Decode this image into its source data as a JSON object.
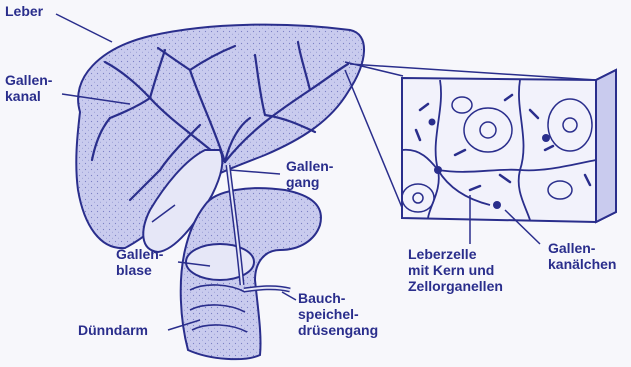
{
  "labels": {
    "leber": "Leber",
    "gallenkanal": "Gallen-\nkanal",
    "gallengang": "Gallen-\ngang",
    "gallenblase": "Gallen-\nblase",
    "duenndarm": "Dünndarm",
    "bauchspeichel": "Bauch-\nspeichel-\ndrüsengang",
    "leberzelle": "Leberzelle\nmit Kern und\nZellorganellen",
    "gallenkanaelchen": "Gallen-\nkanälchen"
  },
  "colors": {
    "ink": "#2a2e8c",
    "fill": "#c9cbee",
    "light": "#e6e7f7",
    "background": "#f7f7fb"
  }
}
